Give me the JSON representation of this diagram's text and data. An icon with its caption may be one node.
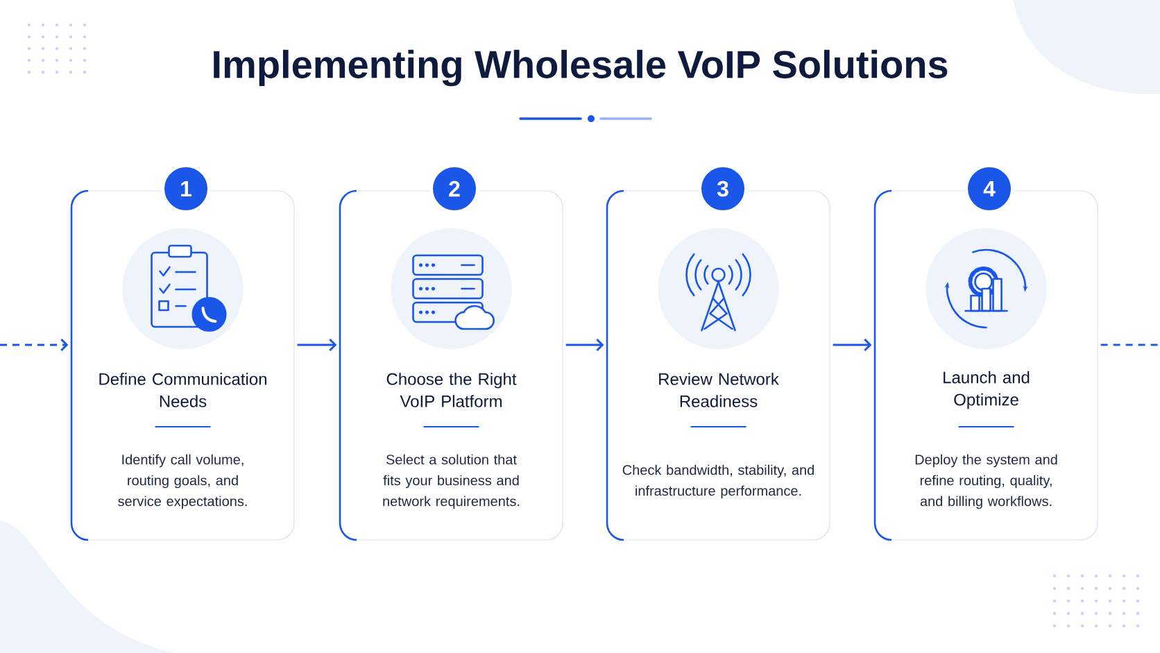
{
  "diagram": {
    "title": "Implementing Wholesale VoIP Solutions",
    "nodes": [
      {
        "text": [
          "1"
        ]
      },
      {
        "text": [
          "Define Communication Needs",
          "Identify call volume, routing goals, and service expectations."
        ]
      },
      {
        "text": [
          "2"
        ]
      },
      {
        "text": [
          "Choose the Right VoIP Platform",
          "Select a solution that fits your business and network requirements."
        ]
      },
      {
        "text": [
          "3"
        ]
      },
      {
        "text": [
          "Review Network Readiness",
          "Check bandwidth, stability, and infrastructure performance."
        ]
      },
      {
        "text": [
          "4"
        ]
      },
      {
        "text": [
          "Launch and Optimize",
          "Deploy the system and refine routing, quality, and billing workflows."
        ]
      }
    ],
    "edges": [
      {
        "from": null,
        "to": 1,
        "arrow": "to",
        "style": "dashed"
      },
      {
        "from": 1,
        "to": 3,
        "arrow": "to"
      },
      {
        "from": 3,
        "to": 5,
        "arrow": "to"
      },
      {
        "from": 5,
        "to": 7,
        "arrow": "to"
      },
      {
        "from": 7,
        "to": null,
        "arrow": "none",
        "style": "dashed"
      }
    ]
  }
}
